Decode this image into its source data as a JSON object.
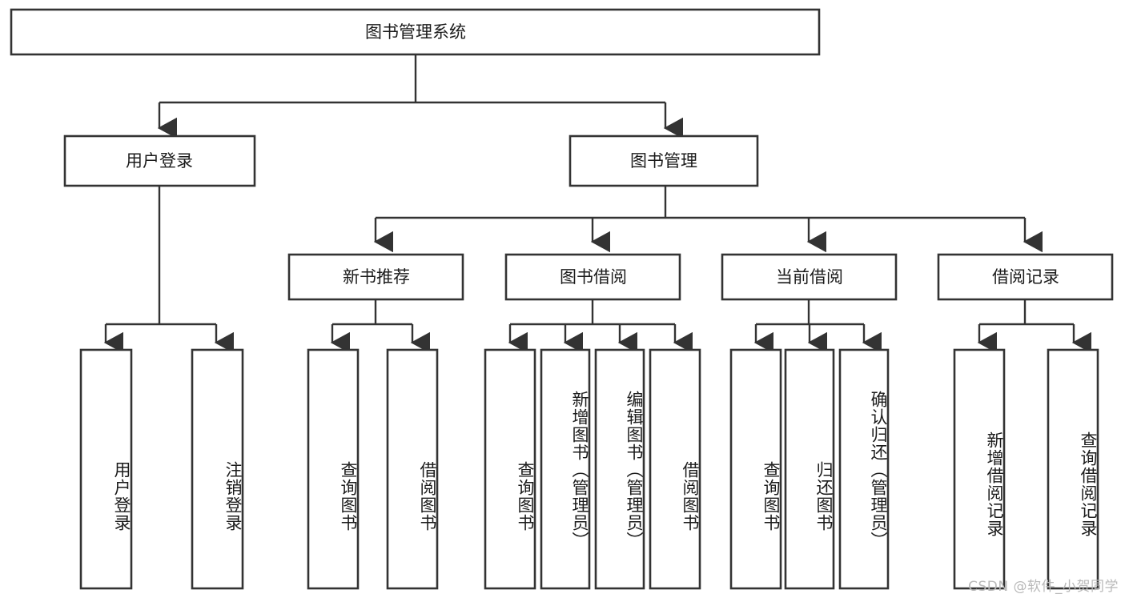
{
  "diagram": {
    "type": "hierarchy-tree",
    "title": "图书管理系统",
    "orientation": "top-down",
    "watermark": "CSDN @软件_小贺同学",
    "colors": {
      "box_stroke": "#333333",
      "box_fill": "#ffffff",
      "text": "#1b1b1b",
      "watermark": "#b9b9b9",
      "background": "#ffffff"
    },
    "root": {
      "label": "图书管理系统"
    },
    "level2": [
      {
        "label": "用户登录"
      },
      {
        "label": "图书管理"
      }
    ],
    "level3": [
      {
        "label": "新书推荐"
      },
      {
        "label": "图书借阅"
      },
      {
        "label": "当前借阅"
      },
      {
        "label": "借阅记录"
      }
    ],
    "leaves": {
      "user_login": [
        {
          "label": "用户登录"
        },
        {
          "label": "注销登录"
        }
      ],
      "new_book_recommend": [
        {
          "label": "查询图书"
        },
        {
          "label": "借阅图书"
        }
      ],
      "book_borrow": [
        {
          "label": "查询图书"
        },
        {
          "label": "新增图书（管理员）"
        },
        {
          "label": "编辑图书（管理员）"
        },
        {
          "label": "借阅图书"
        }
      ],
      "current_borrow": [
        {
          "label": "查询图书"
        },
        {
          "label": "归还图书"
        },
        {
          "label": "确认归还（管理员）"
        }
      ],
      "borrow_records": [
        {
          "label": "新增借阅记录"
        },
        {
          "label": "查询借阅记录"
        }
      ]
    }
  }
}
